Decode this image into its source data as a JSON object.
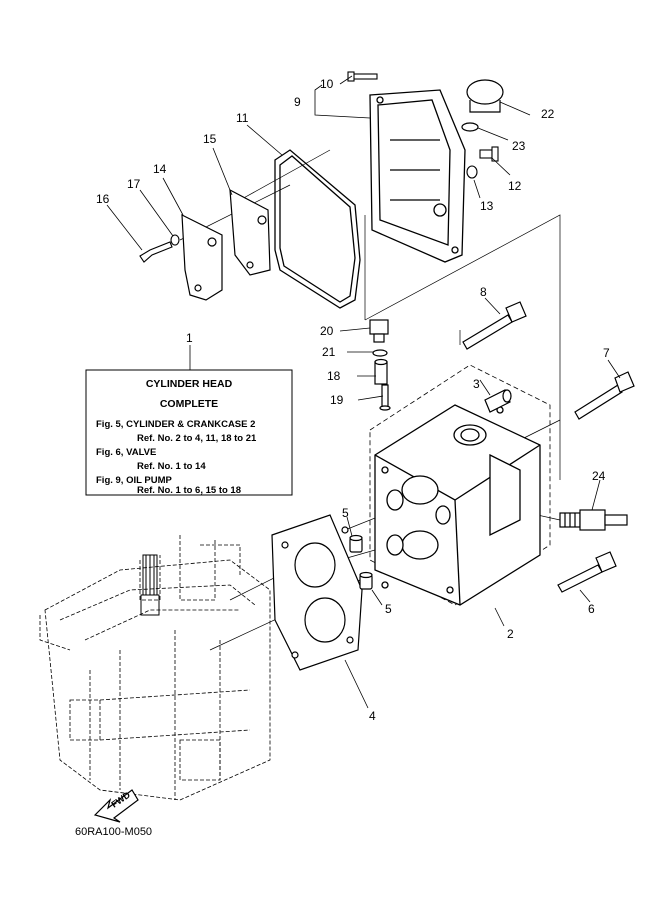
{
  "diagram_code": "60RA100-M050",
  "fwd_label": "FWD",
  "info_box": {
    "callout": "1",
    "title_line1": "CYLINDER  HEAD",
    "title_line2": "COMPLETE",
    "lines": [
      "Fig. 5, CYLINDER & CRANKCASE 2",
      "Ref. No. 2 to 4, 11, 18 to 21",
      "Fig. 6, VALVE",
      "Ref. No. 1 to 14",
      "Fig. 9, OIL PUMP",
      "Ref. No. 1 to 6, 15 to 18"
    ]
  },
  "callouts": {
    "c2": "2",
    "c3": "3",
    "c4": "4",
    "c5a": "5",
    "c5b": "5",
    "c6": "6",
    "c7": "7",
    "c8": "8",
    "c9": "9",
    "c10": "10",
    "c11": "11",
    "c12": "12",
    "c13": "13",
    "c14": "14",
    "c15": "15",
    "c16": "16",
    "c17": "17",
    "c18": "18",
    "c19": "19",
    "c20": "20",
    "c21": "21",
    "c22": "22",
    "c23": "23",
    "c24": "24"
  }
}
